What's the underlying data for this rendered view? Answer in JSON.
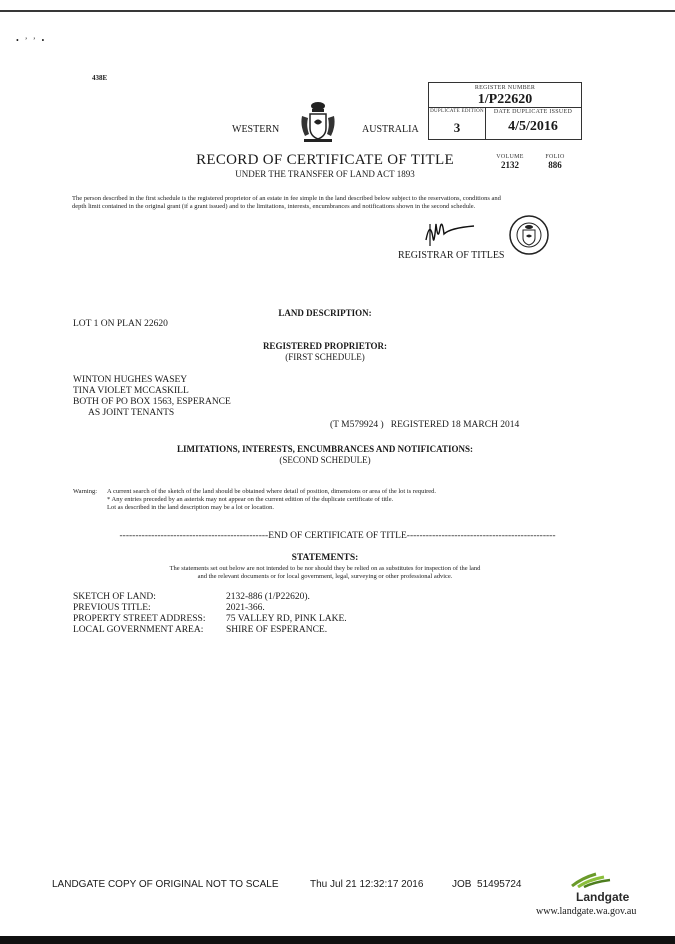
{
  "corner_mark": "438E",
  "register": {
    "register_number_label": "REGISTER NUMBER",
    "register_number": "1/P22620",
    "duplicate_edition_label": "DUPLICATE EDITION",
    "duplicate_edition": "3",
    "date_issued_label": "DATE DUPLICATE ISSUED",
    "date_issued": "4/5/2016"
  },
  "header": {
    "left_word": "WESTERN",
    "right_word": "AUSTRALIA",
    "title": "RECORD OF CERTIFICATE OF TITLE",
    "subtitle": "UNDER THE TRANSFER OF LAND ACT 1893",
    "volume_label": "VOLUME",
    "volume": "2132",
    "folio_label": "FOLIO",
    "folio": "886"
  },
  "preamble": "The person described in the first schedule is the registered proprietor of an estate in fee simple in the land described below subject to the reservations, conditions and depth limit contained in the original grant (if a grant issued) and to the limitations, interests, encumbrances and notifications shown in the second schedule.",
  "registrar": {
    "label": "REGISTRAR OF TITLES"
  },
  "land_description": {
    "heading": "LAND DESCRIPTION:",
    "text": "LOT 1 ON PLAN 22620"
  },
  "proprietor": {
    "heading": "REGISTERED PROPRIETOR:",
    "subheading": "(FIRST SCHEDULE)",
    "lines": [
      "WINTON HUGHES WASEY",
      "TINA VIOLET MCCASKILL",
      "BOTH OF PO BOX 1563, ESPERANCE",
      "AS JOINT TENANTS"
    ],
    "registration": "(T M579924 )   REGISTERED 18 MARCH 2014"
  },
  "limitations": {
    "heading": "LIMITATIONS, INTERESTS, ENCUMBRANCES AND NOTIFICATIONS:",
    "subheading": "(SECOND SCHEDULE)",
    "warning_label": "Warning:",
    "warning_1": "A current search of the sketch of the land should be obtained where detail of position, dimensions or area of the lot is required.",
    "warning_2": "* Any entries preceded by an asterisk may not appear on the current edition of the duplicate certificate of title.",
    "warning_3": "Lot as described in the land description may be a lot or location."
  },
  "end_line": "-----------------------------------------------END OF CERTIFICATE OF TITLE-----------------------------------------------",
  "statements": {
    "heading": "STATEMENTS:",
    "intro_1": "The statements set out below are not intended to be nor should they be relied on as substitutes for inspection of the land",
    "intro_2": "and the relevant documents or for local government, legal, surveying or other professional advice.",
    "rows": [
      {
        "label": "SKETCH OF LAND:",
        "value": "2132-886 (1/P22620)."
      },
      {
        "label": "PREVIOUS TITLE:",
        "value": "2021-366."
      },
      {
        "label": "PROPERTY STREET ADDRESS:",
        "value": "75 VALLEY RD, PINK LAKE."
      },
      {
        "label": "LOCAL GOVERNMENT AREA:",
        "value": "SHIRE OF ESPERANCE."
      }
    ]
  },
  "footer": {
    "copy_text": "LANDGATE COPY OF ORIGINAL NOT TO SCALE",
    "timestamp": "Thu Jul 21 12:32:17 2016",
    "job": "JOB  51495724",
    "brand": "Landgate",
    "url": "www.landgate.wa.gov.au"
  }
}
